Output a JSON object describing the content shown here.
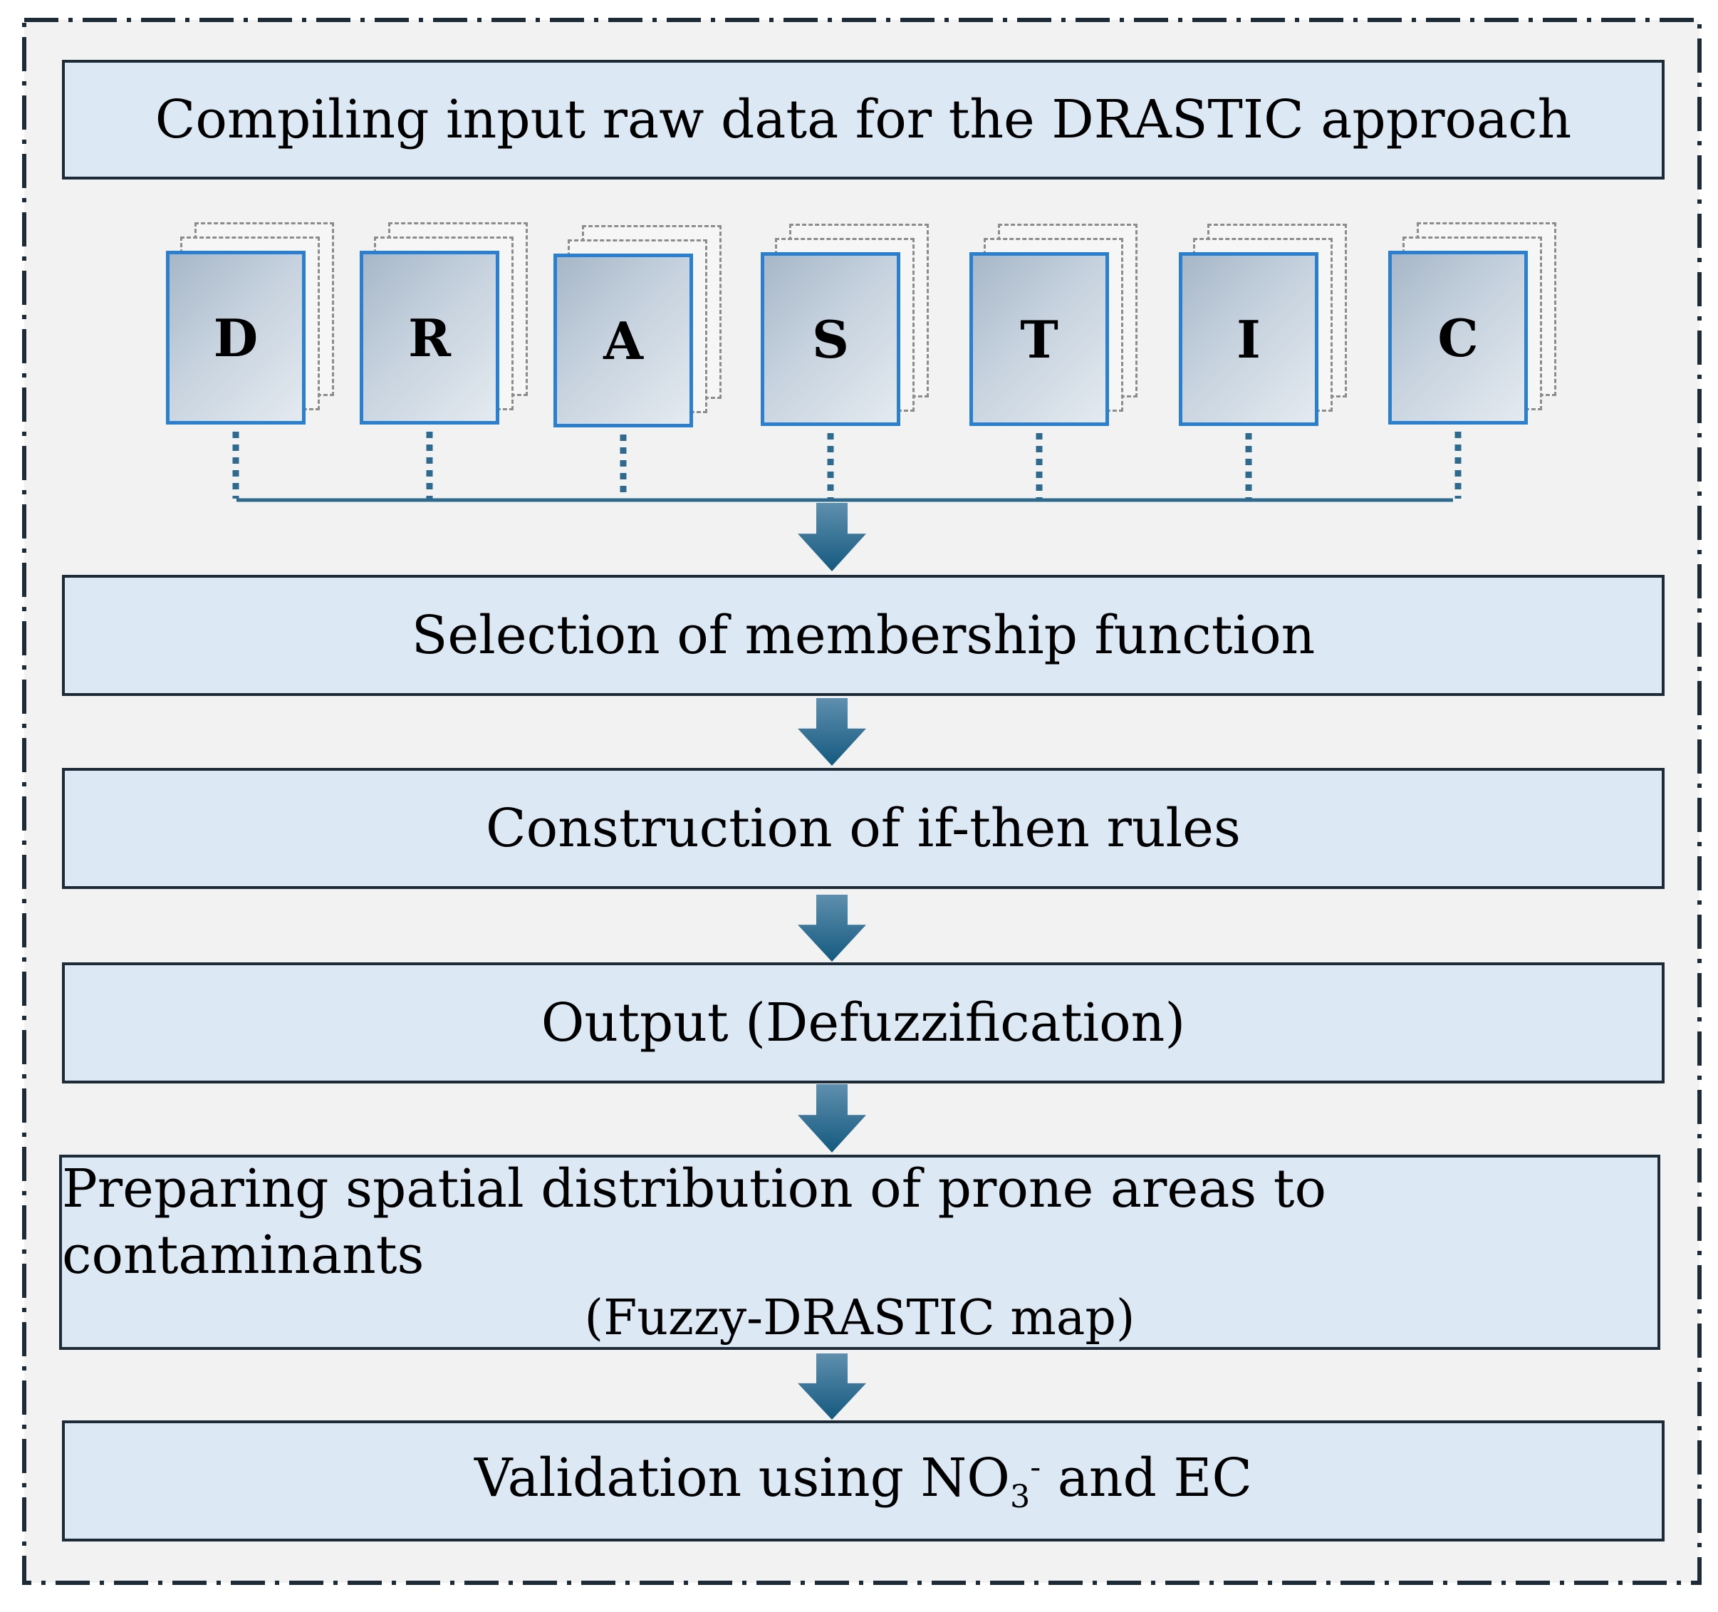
{
  "steps": {
    "compile": "Compiling input raw data for the DRASTIC approach",
    "membership": "Selection of membership function",
    "rules": "Construction of if-then rules",
    "output": "Output (Defuzzification)",
    "spatial_line1": "Preparing spatial distribution of prone areas to contaminants",
    "spatial_line2": "(Fuzzy-DRASTIC map)",
    "validation_prefix": "Validation using NO",
    "validation_sub": "3",
    "validation_sup": "-",
    "validation_suffix": " and EC"
  },
  "layers": [
    "D",
    "R",
    "A",
    "S",
    "T",
    "I",
    "C"
  ],
  "colors": {
    "box_fill": "#dce8f4",
    "box_border": "#1d2b38",
    "frame_fill": "#f2f2f2",
    "frame_border": "#1d2b38",
    "card_border": "#2b7fd0",
    "arrow": "#1f6690",
    "connector": "#2d6a8e"
  }
}
